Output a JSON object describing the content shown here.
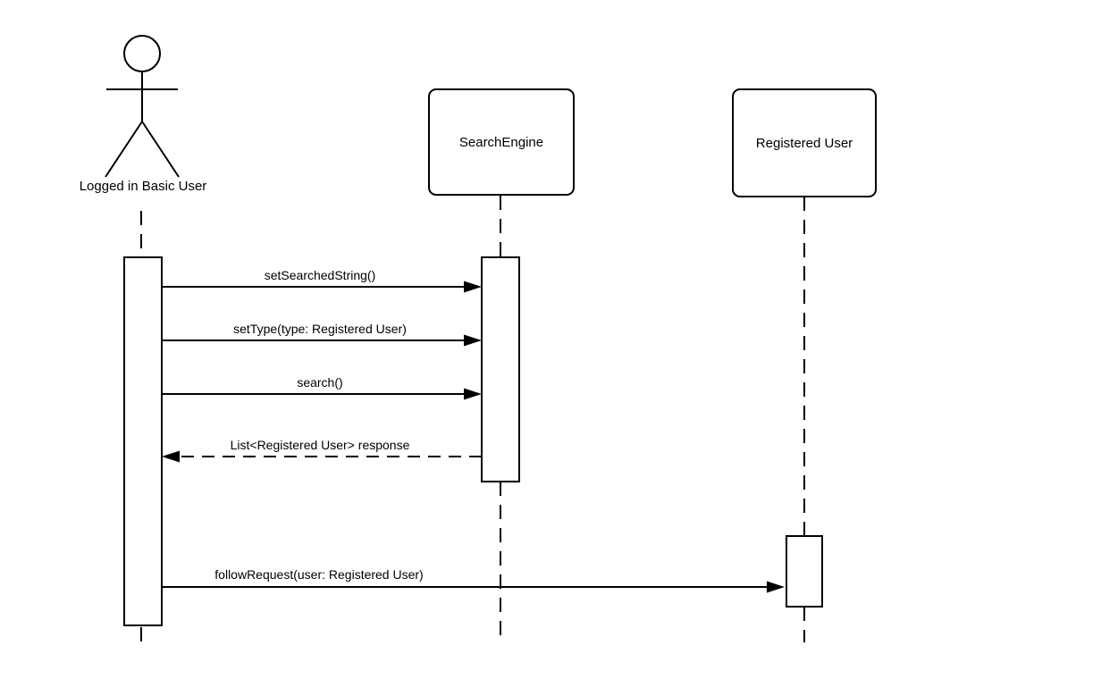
{
  "diagram": {
    "type": "uml-sequence-diagram",
    "colors": {
      "background": "#ffffff",
      "line": "#000000",
      "text": "#000000"
    },
    "participants": [
      {
        "id": "logged-in-basic-user",
        "kind": "actor",
        "label": "Logged in Basic User"
      },
      {
        "id": "search-engine",
        "kind": "object",
        "label": "SearchEngine"
      },
      {
        "id": "registered-user",
        "kind": "object",
        "label": "Registered User"
      }
    ],
    "messages": [
      {
        "index": 1,
        "label": "setSearchedString()",
        "from": "logged-in-basic-user",
        "to": "search-engine",
        "line": "solid",
        "direction": "right"
      },
      {
        "index": 2,
        "label": "setType(type: Registered User)",
        "from": "logged-in-basic-user",
        "to": "search-engine",
        "line": "solid",
        "direction": "right"
      },
      {
        "index": 3,
        "label": "search()",
        "from": "logged-in-basic-user",
        "to": "search-engine",
        "line": "solid",
        "direction": "right"
      },
      {
        "index": 4,
        "label": "List<Registered User> response",
        "from": "search-engine",
        "to": "logged-in-basic-user",
        "line": "dashed",
        "direction": "left"
      },
      {
        "index": 5,
        "label": "followRequest(user: Registered User)",
        "from": "logged-in-basic-user",
        "to": "registered-user",
        "line": "solid",
        "direction": "right"
      }
    ]
  }
}
